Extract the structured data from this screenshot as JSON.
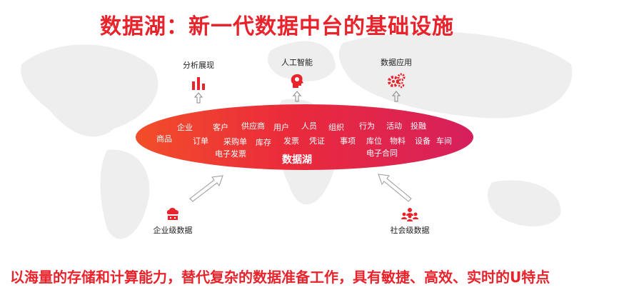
{
  "title": "数据湖：新一代数据中台的基础设施",
  "outputs": [
    {
      "label": "分析展现",
      "icon": "bar-chart-icon"
    },
    {
      "label": "人工智能",
      "icon": "ai-head-icon"
    },
    {
      "label": "数据应用",
      "icon": "gears-icon"
    }
  ],
  "lake": {
    "name": "数据湖",
    "words": [
      "企业",
      "客户",
      "供应商",
      "用户",
      "人员",
      "组织",
      "行为",
      "活动",
      "投融",
      "商品",
      "订单",
      "采购单",
      "库存",
      "发票",
      "凭证",
      "事项",
      "库位",
      "物料",
      "设备",
      "车间",
      "电子发票",
      "电子合同"
    ]
  },
  "sources": [
    {
      "label": "企业级数据",
      "icon": "enterprise-cloud-icon"
    },
    {
      "label": "社会级数据",
      "icon": "people-group-icon"
    }
  ],
  "footer": "以海量的存储和计算能力，替代复杂的数据准备工作，具有敏捷、高效、实时的U特点",
  "colors": {
    "accent": "#e8232b",
    "lake_start": "#f24e2a",
    "lake_end": "#d6205c"
  }
}
